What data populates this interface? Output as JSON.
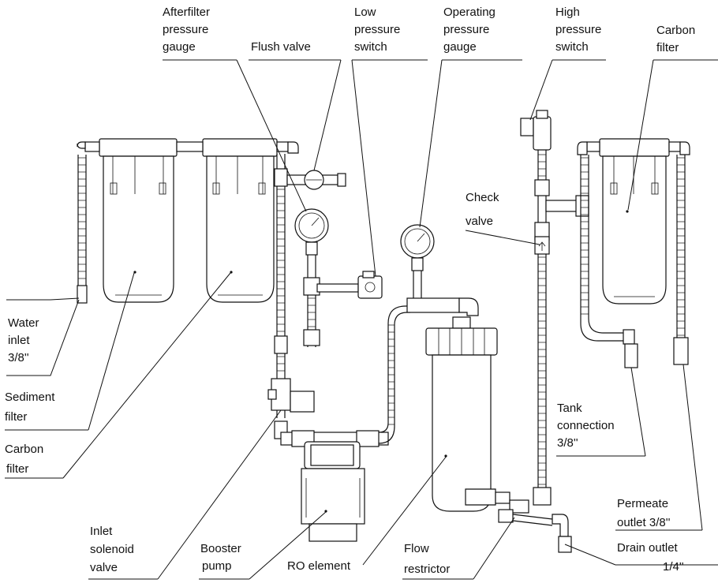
{
  "labels": {
    "afterfilter_gauge": [
      "Afterfilter",
      "pressure",
      "gauge"
    ],
    "flush_valve": [
      "Flush valve"
    ],
    "low_pressure_switch": [
      "Low",
      "pressure",
      "switch"
    ],
    "operating_gauge": [
      "Operating",
      "pressure",
      "gauge"
    ],
    "high_pressure_switch": [
      "High",
      "pressure",
      "switch"
    ],
    "carbon_filter_right": [
      "Carbon",
      "filter"
    ],
    "check_valve": [
      "Check",
      "valve"
    ],
    "water_inlet": [
      "Water",
      "inlet",
      "3/8''"
    ],
    "sediment_filter": [
      "Sediment",
      "filter"
    ],
    "carbon_filter_left": [
      "Carbon",
      "filter"
    ],
    "tank_connection": [
      "Tank",
      "connection",
      "3/8''"
    ],
    "permeate_outlet": [
      "Permeate",
      "outlet 3/8''"
    ],
    "drain_outlet": [
      "Drain outlet",
      "1/4''"
    ],
    "inlet_solenoid": [
      "Inlet",
      "solenoid",
      "valve"
    ],
    "booster_pump": [
      "Booster",
      "pump"
    ],
    "ro_element": [
      "RO element"
    ],
    "flow_restrictor": [
      "Flow",
      "restrictor"
    ]
  }
}
